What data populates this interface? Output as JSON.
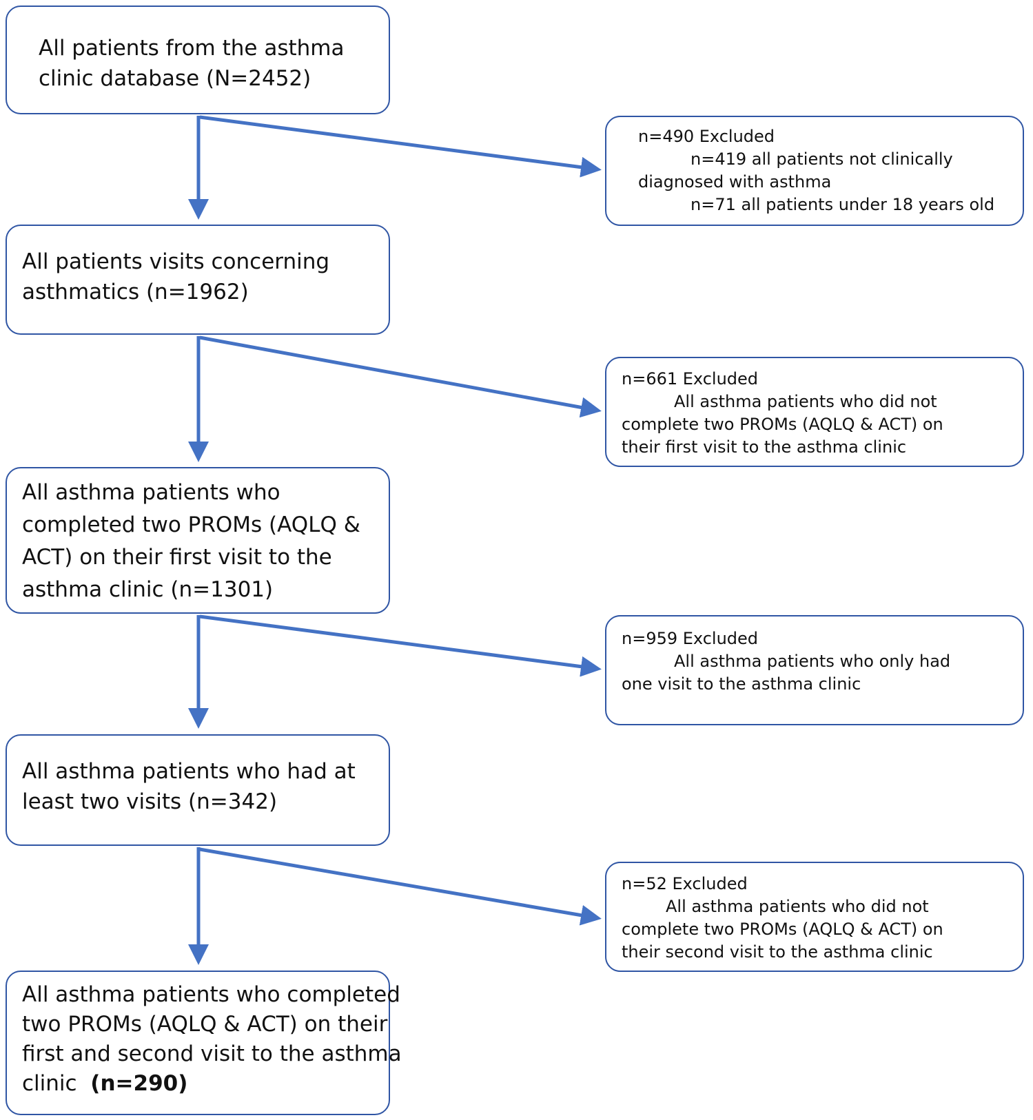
{
  "main_boxes": [
    {
      "lines": [
        "All patients from the asthma",
        "clinic database (N=2452)"
      ]
    },
    {
      "lines": [
        "All patients visits concerning",
        "asthmatics (n=1962)"
      ]
    },
    {
      "lines": [
        "All asthma patients who",
        "completed two PROMs (AQLQ &",
        "ACT) on their first visit to the",
        "asthma clinic (n=1301)"
      ]
    },
    {
      "lines": [
        "All asthma patients who had at",
        "least two visits (n=342)"
      ]
    },
    {
      "lines": [
        "All asthma patients who completed",
        "two PROMs (AQLQ & ACT) on their",
        "first and second visit to the asthma"
      ],
      "last_prefix": "clinic",
      "last_bold": "(n=290)"
    }
  ],
  "exclusion_boxes": [
    {
      "lines": [
        "n=490 Excluded",
        "n=419 all patients not clinically",
        "diagnosed with asthma",
        "n=71 all patients under 18 years old"
      ]
    },
    {
      "lines": [
        "n=661 Excluded",
        "All asthma patients who did not",
        "complete two PROMs (AQLQ & ACT) on",
        "their first visit to the asthma clinic"
      ]
    },
    {
      "lines": [
        "n=959 Excluded",
        "All asthma patients who only had",
        "one visit to the asthma clinic"
      ]
    },
    {
      "lines": [
        "n=52 Excluded",
        "All asthma patients who did not",
        "complete two PROMs (AQLQ & ACT) on",
        "their second visit to the asthma clinic"
      ]
    }
  ],
  "colors": {
    "arrow": "#4472c4",
    "border": "#2f55a4"
  }
}
